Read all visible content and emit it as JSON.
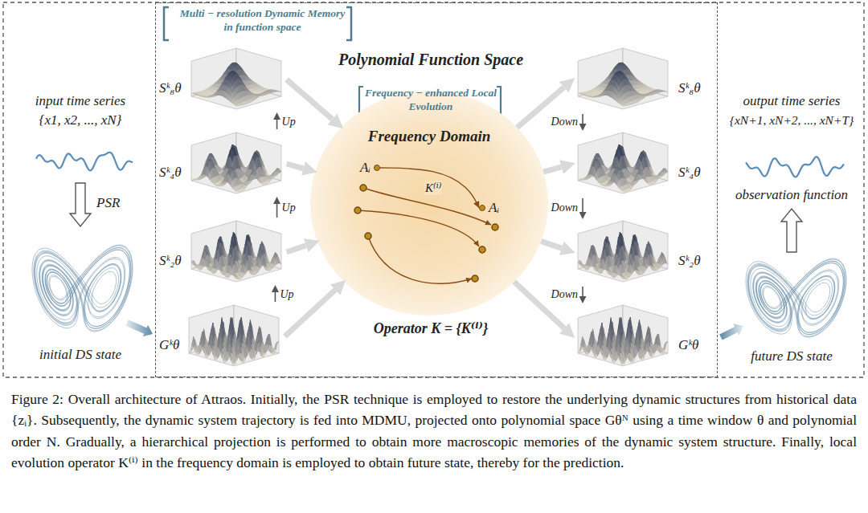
{
  "diagram": {
    "caption": "Figure 2: Overall architecture of Attraos. Initially, the PSR technique is employed to restore the underlying dynamic structures from historical data {zᵢ}. Subsequently, the dynamic system trajectory is fed into MDMU, projected onto polynomial space Gθᴺ using a time window θ and polynomial order N. Gradually, a hierarchical projection is performed to obtain more macroscopic memories of the dynamic system structure. Finally, local evolution operator K⁽ⁱ⁾ in the frequency domain is employed to obtain future state, thereby for the prediction.",
    "nodes": [
      {
        "text": [
          "Multi − resolution Dynamic Memory in function space",
          "Polynomial Function Space",
          "Frequency − enhanced Local Evolution",
          "Operator K = {K⁽ⁱ⁾}"
        ]
      },
      {
        "text": [
          "Sᵏ₈θ"
        ],
        "in": 0
      },
      {
        "text": [
          "Sᵏ₄θ"
        ],
        "in": 0
      },
      {
        "text": [
          "Sᵏ₂θ"
        ],
        "in": 0
      },
      {
        "text": [
          "Gᵏθ"
        ],
        "in": 0
      },
      {
        "text": [
          "Frequency Domain"
        ],
        "in": 0
      },
      {
        "text": [
          "Aᵢ"
        ],
        "in": 5
      },
      {
        "text": [
          "Aᵢ"
        ],
        "in": 5
      },
      {
        "text": [
          "Sᵏ₈θ"
        ],
        "in": 0
      },
      {
        "text": [
          "Sᵏ₄θ"
        ],
        "in": 0
      },
      {
        "text": [
          "Sᵏ₂θ"
        ],
        "in": 0
      },
      {
        "text": [
          "Gᵏθ"
        ],
        "in": 0
      }
    ],
    "edges": [
      {
        "from": 4,
        "to": 3,
        "label": "Up",
        "arrow": "to"
      },
      {
        "from": 3,
        "to": 2,
        "label": "Up",
        "arrow": "to"
      },
      {
        "from": 2,
        "to": 1,
        "label": "Up",
        "arrow": "to"
      },
      {
        "from": 1,
        "to": 5,
        "arrow": "to"
      },
      {
        "from": 2,
        "to": 5,
        "arrow": "to"
      },
      {
        "from": 3,
        "to": 5,
        "arrow": "to"
      },
      {
        "from": 4,
        "to": 5,
        "arrow": "to"
      },
      {
        "from": 6,
        "to": 7,
        "label": "K⁽ⁱ⁾",
        "arrow": "to"
      },
      {
        "from": 5,
        "to": 8,
        "arrow": "to"
      },
      {
        "from": 5,
        "to": 9,
        "arrow": "to"
      },
      {
        "from": 5,
        "to": 10,
        "arrow": "to"
      },
      {
        "from": 5,
        "to": 11,
        "arrow": "to"
      },
      {
        "from": 8,
        "to": 9,
        "label": "Down",
        "arrow": "to"
      },
      {
        "from": 9,
        "to": 10,
        "label": "Down",
        "arrow": "to"
      },
      {
        "from": 10,
        "to": 11,
        "label": "Down",
        "arrow": "to"
      }
    ],
    "labels": [
      "input time series",
      "{x1, x2, ..., xN}",
      "PSR",
      "initial DS state",
      "output time series",
      "{xN+1, xN+2, ..., xN+T}",
      "observation function",
      "future DS state"
    ]
  }
}
